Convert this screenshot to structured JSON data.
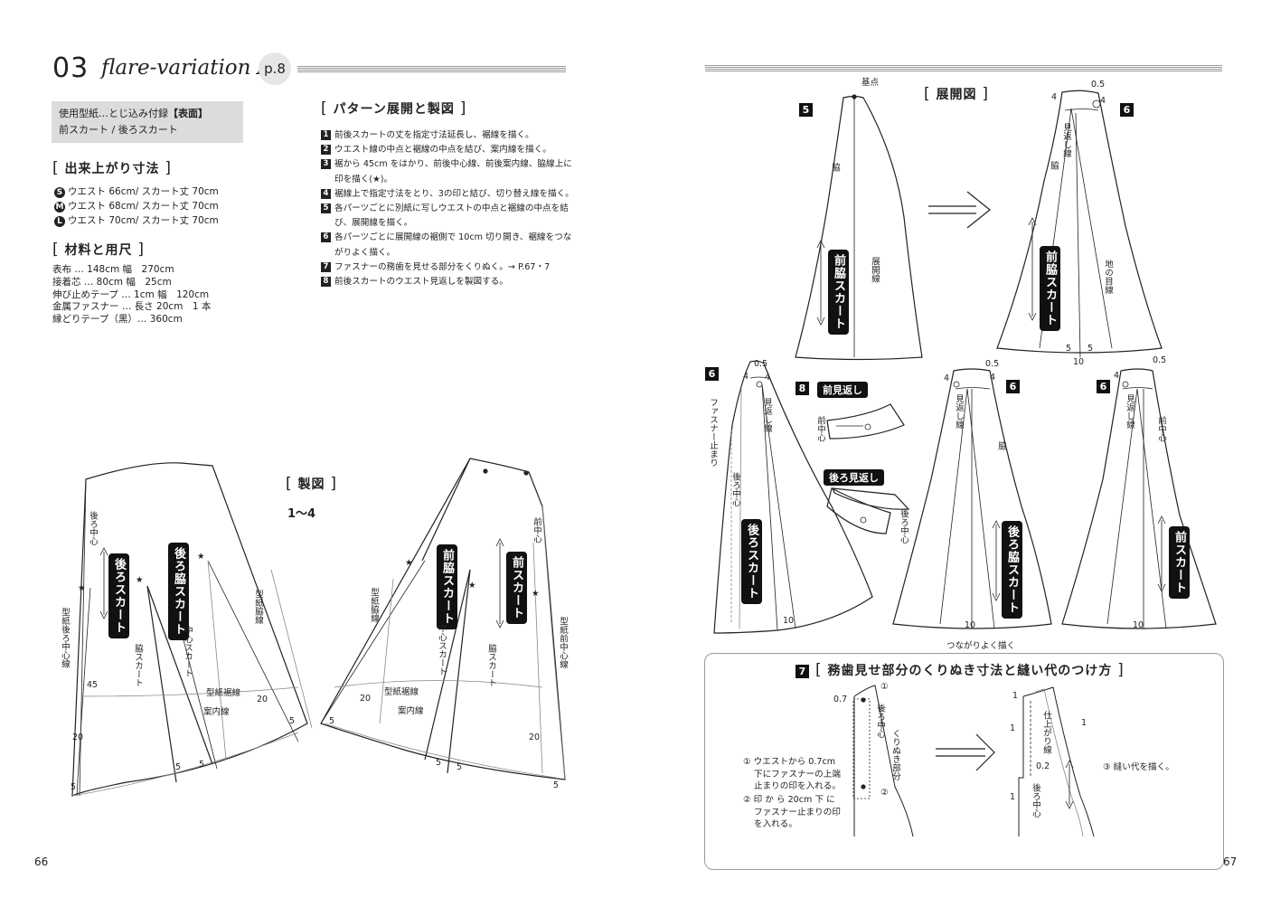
{
  "left_page": {
    "title_number": "03",
    "title_name": "flare-variation A",
    "page_ref": "p.8",
    "pattern_paper": {
      "line1_prefix": "使用型紙…とじ込み付録",
      "line1_bold": "【表面】",
      "line2": "前スカート / 後ろスカート"
    },
    "finished_size": {
      "heading": "出来上がり寸法",
      "items": [
        {
          "badge": "S",
          "text": "ウエスト 66cm/ スカート丈 70cm"
        },
        {
          "badge": "M",
          "text": "ウエスト 68cm/ スカート丈 70cm"
        },
        {
          "badge": "L",
          "text": "ウエスト 70cm/ スカート丈 70cm"
        }
      ]
    },
    "materials": {
      "heading": "材料と用尺",
      "items": [
        "表布 … 148cm 幅　270cm",
        "接着芯 … 80cm 幅　25cm",
        "伸び止めテープ … 1cm 幅　120cm",
        "金属ファスナー … 長さ 20cm　1 本",
        "縁どりテープ（黒）… 360cm"
      ]
    },
    "pattern_steps": {
      "heading": "パターン展開と製図",
      "items": [
        {
          "n": "1",
          "text": "前後スカートの丈を指定寸法延長し、裾線を描く。"
        },
        {
          "n": "2",
          "text": "ウエスト線の中点と裾線の中点を結び、案内線を描く。"
        },
        {
          "n": "3",
          "text": "裾から 45cm をはかり、前後中心線、前後案内線、脇線上に印を描く(★)。"
        },
        {
          "n": "4",
          "text": "裾線上で指定寸法をとり、3の印と結び、切り替え線を描く。"
        },
        {
          "n": "5",
          "text": "各パーツごとに別紙に写しウエストの中点と裾線の中点を結び、展開線を描く。"
        },
        {
          "n": "6",
          "text": "各パーツごとに展開線の裾側で 10cm 切り開き、裾線をつながりよく描く。"
        },
        {
          "n": "7",
          "text": "ファスナーの務歯を見せる部分をくりぬく。→ P.67・7"
        },
        {
          "n": "8",
          "text": "前後スカートのウエスト見返しを製図する。"
        }
      ]
    },
    "drafting_heading": "製図",
    "drafting_steps": "1～4",
    "labels": {
      "back_center": "後ろ中心",
      "back_pattern_center": "型紙後ろ中心線",
      "back_side_skirt": "後ろ脇スカート",
      "back_skirt": "後ろスカート",
      "center_skirt": "中心スカート",
      "side_skirt": "脇スカート",
      "pattern_hem": "型紙裾線",
      "guide_line": "案内線",
      "pattern_side": "型紙脇線",
      "front_center": "前中心",
      "front_side_skirt": "前脇スカート",
      "front_skirt": "前スカート",
      "pattern_front_center": "型紙前中心線",
      "n45": "45",
      "n20": "20",
      "n5": "5",
      "star": "★"
    },
    "page_number": "66"
  },
  "right_page": {
    "expansion_heading": "展開図",
    "base_point": "基点",
    "labels": {
      "side": "脇",
      "expansion_line": "展開線",
      "front_side_skirt": "前脇スカート",
      "facing_line": "見返し線",
      "grain": "地の目線",
      "zipper_stop": "ファスナー止まり",
      "back_center": "後ろ中心",
      "back_skirt": "後ろスカート",
      "back_side_skirt": "後ろ脇スカート",
      "front_skirt": "前スカート",
      "smooth": "つながりよく描く",
      "front_center": "前中心",
      "front_facing": "前見返し",
      "back_facing": "後ろ見返し",
      "n05": "0.5",
      "n4": "4",
      "n5": "5",
      "n10": "10"
    },
    "step_badges": {
      "s5": "5",
      "s6": "6",
      "s8": "8",
      "s7": "7"
    },
    "inset": {
      "heading": "務歯見せ部分のくりぬき寸法と縫い代のつけ方",
      "n07": "0.7",
      "n1": "1",
      "n02": "0.2",
      "c1": "①",
      "c2": "②",
      "c3": "③",
      "cutout": "くりぬき部分",
      "finish_line": "仕上がり線",
      "note1": [
        "① ウエストから 0.7cm",
        "下にファスナーの上端",
        "止まりの印を入れる。"
      ],
      "note2": [
        "② 印 か ら 20cm 下 に",
        "ファスナー止まりの印",
        "を入れる。"
      ],
      "note3": "③ 縫い代を描く。"
    },
    "page_number": "67"
  }
}
